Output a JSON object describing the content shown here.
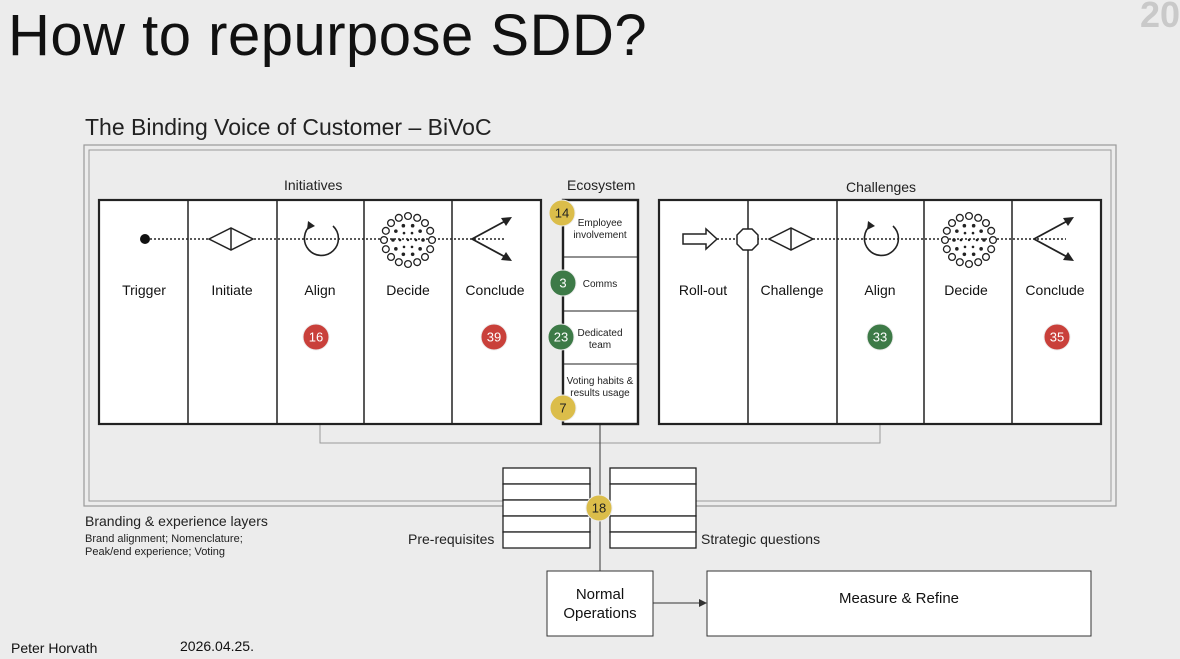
{
  "slide": {
    "title": "How to repurpose SDD?",
    "slide_number": "20"
  },
  "diagram": {
    "title": "The Binding Voice of Customer – BiVoC",
    "initiatives": {
      "label": "Initiatives",
      "steps": [
        "Trigger",
        "Initiate",
        "Align",
        "Decide",
        "Conclude"
      ]
    },
    "ecosystem": {
      "label": "Ecosystem",
      "items": [
        {
          "label": "Employee involvement",
          "badge": "14",
          "color": "yellow"
        },
        {
          "label": "Comms",
          "badge": "3",
          "color": "green"
        },
        {
          "label": "Dedicated team",
          "badge": "23",
          "color": "green"
        },
        {
          "label": "Voting habits & results usage",
          "badge": "7",
          "color": "yellow"
        }
      ]
    },
    "challenges": {
      "label": "Challenges",
      "steps": [
        "Roll-out",
        "Challenge",
        "Align",
        "Decide",
        "Conclude"
      ]
    },
    "badges": {
      "initiatives_align": {
        "value": "16",
        "color": "red"
      },
      "initiatives_conclude": {
        "value": "39",
        "color": "red"
      },
      "challenges_align": {
        "value": "33",
        "color": "green"
      },
      "challenges_conclude": {
        "value": "35",
        "color": "red"
      },
      "prerequisites": {
        "value": "18",
        "color": "yellow"
      }
    },
    "branding": {
      "label": "Branding & experience layers",
      "details": [
        "Brand alignment; Nomenclature;",
        "Peak/end experience; Voting"
      ]
    },
    "prerequisites_label": "Pre-requisites",
    "strategic_label": "Strategic questions",
    "normal_operations": [
      "Normal",
      "Operations"
    ],
    "measure_refine": "Measure & Refine"
  },
  "colors": {
    "red": "#c9403a",
    "green": "#3d7a47",
    "yellow": "#dbbd4a",
    "line": "#222222"
  },
  "footer": {
    "author": "Peter Horvath",
    "date": "2026.04.25."
  }
}
